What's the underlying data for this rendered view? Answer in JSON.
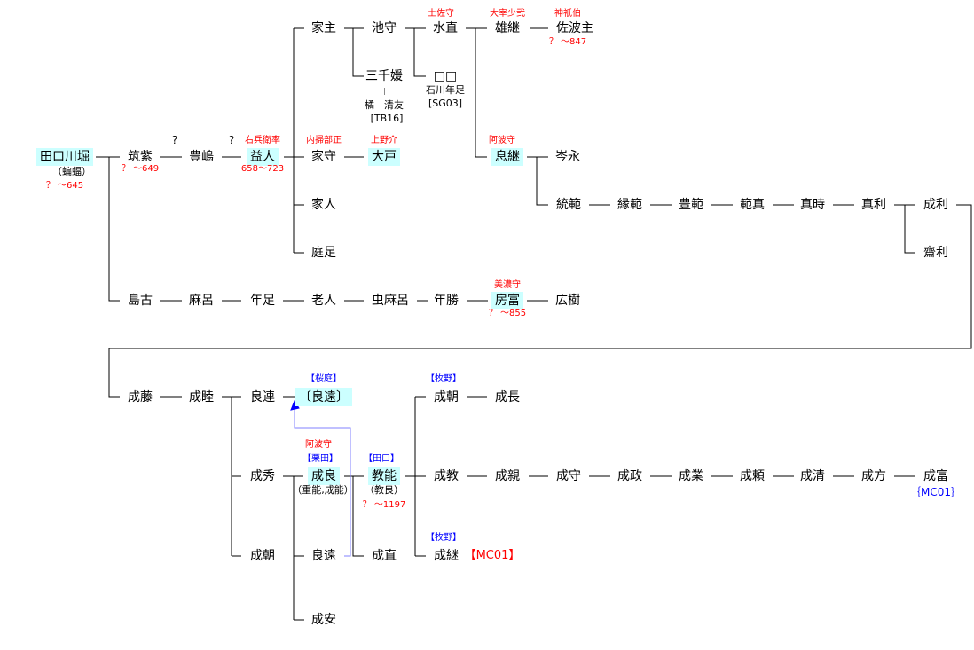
{
  "colors": {
    "highlight": "#ccffff",
    "title": "#ff0000",
    "clan": "#0000ff",
    "arrow": "#8080ff"
  },
  "names": {
    "taguchi_kawahori": "田口川堀",
    "tsukushi": "筑紫",
    "toshima": "豊嶋",
    "masuhito": "益人",
    "iemori": "家守",
    "oto": "大戸",
    "okitsugu": "息継",
    "minenaga": "岑永",
    "ienushi": "家主",
    "ikemori": "池守",
    "mizunao": "水直",
    "otsugu": "雄継",
    "sabanushi": "佐波主",
    "michihime": "三千媛",
    "unknown": "□□",
    "iehito": "家人",
    "niwatari": "庭足",
    "munenori": "統範",
    "yorinori": "縁範",
    "toyonori": "豊範",
    "norizane": "範真",
    "sanetoki": "真時",
    "sanetoshi": "真利",
    "naritoshi": "成利",
    "saitoshi": "齋利",
    "shimako": "島古",
    "maro": "麻呂",
    "toshitari": "年足",
    "okina": "老人",
    "mushimaro": "虫麻呂",
    "toshikatsu": "年勝",
    "fusatomi": "房富",
    "hiroki": "広樹",
    "narifuji": "成藤",
    "narimutsu": "成睦",
    "yoshitsura": "良連",
    "yoshito_b": "〔良遠〕",
    "naritomo1": "成朝",
    "torinaga": "成長",
    "narihide": "成秀",
    "nariyoshi": "成良",
    "noriyoshi": "教能",
    "narinori": "成教",
    "narichika": "成親",
    "narimori": "成守",
    "narimasa": "成政",
    "narinari": "成業",
    "naritomo_yori": "成頼",
    "narikiyo": "成清",
    "narikata": "成方",
    "naritomi": "成富",
    "naritomo2": "成朝",
    "yoshito": "良遠",
    "narinao": "成直",
    "naritsugu": "成継",
    "naruyasu": "成安"
  },
  "notes": {
    "koumori": "（蝙蝠）",
    "d645": "？ ～645",
    "d649": "？ ～649",
    "d658": "658～723",
    "q1": "?",
    "q2": "?",
    "ukyoei": "右兵衛率",
    "naisou": "内掃部正",
    "kouzuke": "上野介",
    "awa1": "阿波守",
    "tosa": "土佐守",
    "dazai": "大宰少弐",
    "jingi": "神祇伯",
    "d847": "？ ～847",
    "tachibana": "橘　清友",
    "tb16": "[TB16]",
    "ishikawa": "石川年足",
    "sg03": "[SG03]",
    "mino": "美濃守",
    "d855": "？ ～855",
    "sakuraba": "【桜庭】",
    "makino1": "【牧野】",
    "awa2": "阿波守",
    "kurita": "【栗田】",
    "taguchi": "【田口】",
    "shigeyoshi": "（重能,成能）",
    "noriyoshi_alt": "（教良）",
    "d1197": "？ ～1197",
    "mc01_blue": "｛MC01｝",
    "makino2": "【牧野】",
    "mc01_red": "【MC01】"
  }
}
